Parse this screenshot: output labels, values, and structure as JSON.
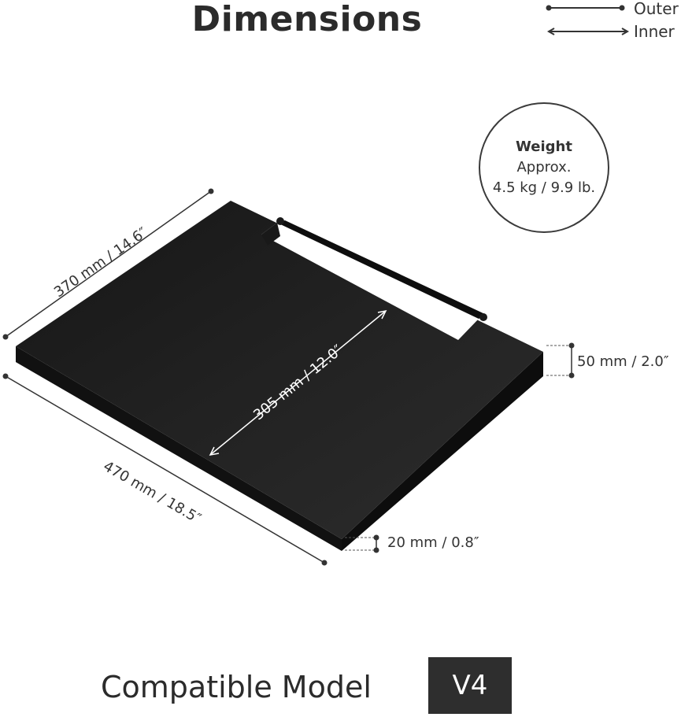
{
  "title": "Dimensions",
  "legend": {
    "outer_label": "Outer",
    "inner_label": "Inner"
  },
  "weight": {
    "title": "Weight",
    "line1": "Approx.",
    "line2": "4.5 kg / 9.9 lb."
  },
  "dimensions": {
    "depth": "370 mm / 14.6″",
    "width": "470 mm / 18.5″",
    "inner": "305 mm / 12.0″",
    "height_back": "50 mm / 2.0″",
    "thickness": "20 mm / 0.8″"
  },
  "model": {
    "label": "Compatible Model",
    "value": "V4"
  },
  "colors": {
    "panel": "#1e1e1e",
    "text": "#2b2b2b",
    "badge": "#2e2e2e"
  }
}
